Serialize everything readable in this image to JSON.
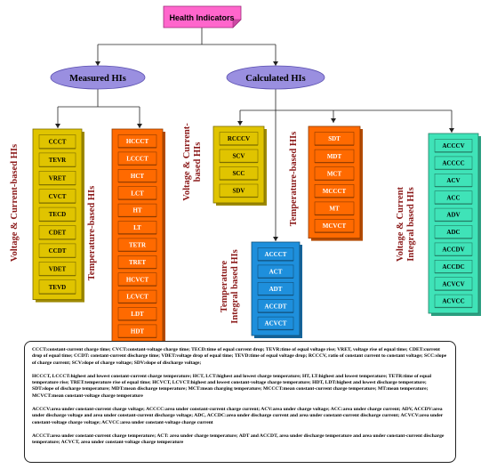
{
  "root": {
    "label": "Health Indicators"
  },
  "branches": {
    "measured": {
      "label": "Measured HIs"
    },
    "calculated": {
      "label": "Calculated HIs"
    }
  },
  "groups": [
    {
      "id": "vc",
      "title": "Voltage & Current-based HIs",
      "color": "#e0c400",
      "items": [
        "CCCT",
        "TEVR",
        "VRET",
        "CVCT",
        "TECD",
        "CDET",
        "CCDT",
        "VDET",
        "TEVD"
      ]
    },
    {
      "id": "temp-m",
      "title": "Temperature-based HIs",
      "color": "#ff6a00",
      "items": [
        "HCCCT",
        "LCCCT",
        "HCT",
        "LCT",
        "HT",
        "LT",
        "TETR",
        "TRET",
        "HCVCT",
        "LCVCT",
        "LDT",
        "HDT"
      ]
    },
    {
      "id": "vc-calc",
      "title": "Voltage & Current-based HIs",
      "color": "#e0c400",
      "items": [
        "RCCCV",
        "SCV",
        "SCC",
        "SDV"
      ]
    },
    {
      "id": "temp-int",
      "title": "Temperature Integral based HIs",
      "color": "#1e8fdc",
      "items": [
        "ACCCT",
        "ACT",
        "ADT",
        "ACCDT",
        "ACVCT"
      ]
    },
    {
      "id": "temp-c",
      "title": "Temperature-based HIs",
      "color": "#ff6a00",
      "items": [
        "SDT",
        "MDT",
        "MCT",
        "MCCCT",
        "MT",
        "MCVCT"
      ]
    },
    {
      "id": "vc-int",
      "title": "Voltage & Current Integral based HIs",
      "color": "#3fe3b8",
      "items": [
        "ACCCV",
        "ACCCC",
        "ACV",
        "ACC",
        "ADV",
        "ADC",
        "ACCDV",
        "ACCDC",
        "ACVCV",
        "ACVCC"
      ]
    }
  ],
  "colors": {
    "root": "#ff66cc",
    "ellipse": "#9a8fe0",
    "label": "#8b1a1a"
  },
  "legend": [
    "CCCT:constant-current charge time; CVCT:constant-voltage charge time; TECD:time of equal current drop; TEVR:time of equal voltage rise; VRET, voltage rise of equal time; CDET:current drop of equal time; CCDT: constant-current discharge time; VDET:voltage drop of equal time; TEVD:time of equal voltage drop; RCCCV, ratio of constant current to constant voltage; SCC:slope of charge current; SCV:slope of charge voltage; SDV:slope of discharge voltage;",
    "HCCCT, LCCCT:highest and lowest constant-current charge temperature; HCT, LCT:highest and lowest charge temperature; HT, LT:highest and lowest temperature; TETR:time of equal temperature rise; TRET:temperature rise of equal time; HCVCT, LCVCT:highest and lowest constant-voltage charge temperature; HDT, LDT:highest and lowest discharge temperature; SDT:slope of discharge temperature; MDT:mean discharge temperature; MCT:mean charging temperature; MCCCT:mean constant-current charge temperature; MT:mean temperature; MCVCT:mean constant-voltage charge temperature",
    "ACCCV:area under constant-current charge voltage; ACCCC:area under constant-current charge current; ACV:area under charge voltage; ACC:area under charge current; ADV, ACCDV:area under discharge voltage and area under constant-current discharge voltage; ADC, ACCDC:area under discharge current and area under constant-current discharge current; ACVCV:area under constant-voltage charge voltage; ACVCC:area under constant-voltage charge current",
    "ACCCT:area under constant-current charge temperature; ACT: area under charge temperature; ADT and ACCDT, area under discharge temperature and area under constant-current discharge temperature; ACVCT, area under constant-voltage charge temperature"
  ]
}
